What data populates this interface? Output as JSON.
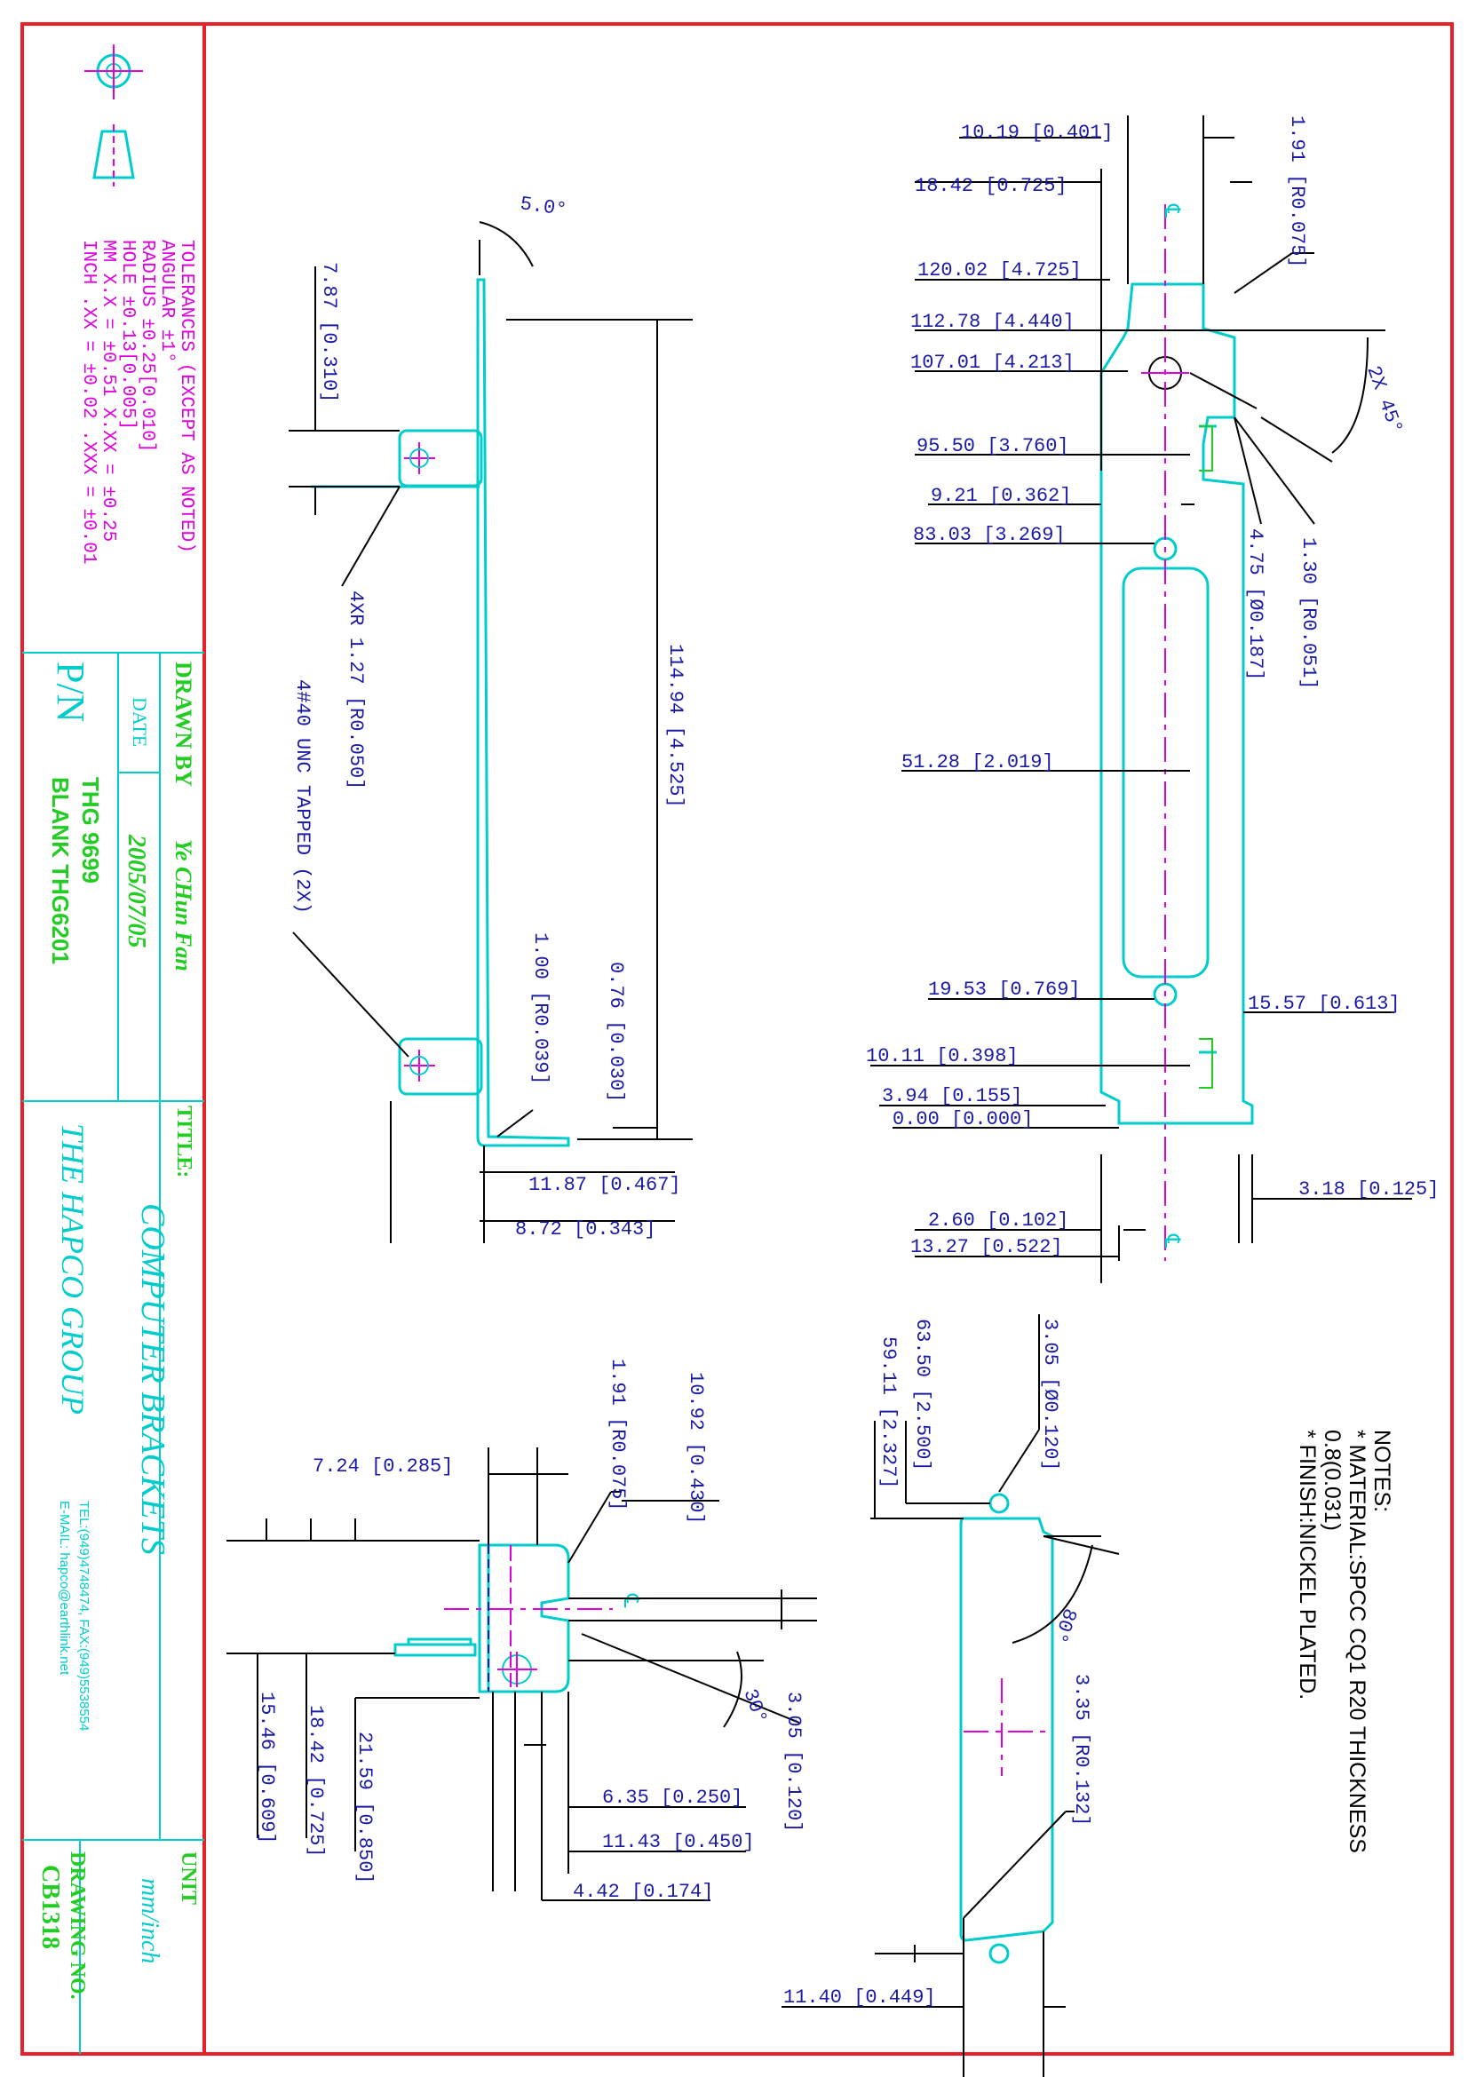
{
  "title_block": {
    "tolerances": [
      "TOLERANCES (EXCEPT AS NOTED)",
      "ANGULAR ±1°",
      "RADIUS ±0.25[0.010]",
      "HOLE ±0.13[0.005]",
      "MM X.X = ±0.51 X.XX = ±0.25",
      "INCH .XX = ±0.02 .XXX = ±0.01"
    ],
    "drawn_by_label": "DRAWN BY",
    "drawn_by_value": "Ye CHun Fan",
    "date_label": "DATE",
    "date_value": "2005/07/05",
    "pn_label": "P/N",
    "pn_value_1": "THG 9699",
    "pn_value_2": "BLANK THG6201",
    "title_label": "TITLE:",
    "title_value": "COMPUTER BRACKETS",
    "company": "THE HAPCO GROUP",
    "contact_1": "TEL:(949)4748474, FAX:(949)5538554",
    "contact_2": "E-MAIL: hapco@earthlink.net",
    "unit_label": "UNIT",
    "unit_value": "mm/inch",
    "drawing_no_label": "DRAWING NO.",
    "drawing_no_value": "CB1318"
  },
  "side_view": {
    "angle": "5.0°",
    "d1": "7.87 [0.310]",
    "d2": "4XR 1.27 [R0.050]",
    "d3": "4#40 UNC TAPPED (2X)",
    "d4": "114.94 [4.525]",
    "d5": "1.00 [R0.039]",
    "d6": "0.76 [0.030]",
    "d7": "11.87 [0.467]",
    "d8": "8.72 [0.343]"
  },
  "front_view": {
    "d1": "10.19 [0.401]",
    "d2": "1.91 [R0.075]",
    "d3": "18.42 [0.725]",
    "d4": "120.02 [4.725]",
    "d5": "112.78 [4.440]",
    "d6": "107.01 [4.213]",
    "angle": "2X 45°",
    "d7": "95.50 [3.760]",
    "d8": "9.21 [0.362]",
    "d9": "83.03 [3.269]",
    "d10": "4.75 [Ø0.187]",
    "d11": "1.30 [R0.051]",
    "d12": "51.28 [2.019]",
    "d13": "19.53 [0.769]",
    "d14": "15.57 [0.613]",
    "d15": "10.11 [0.398]",
    "d16": "3.94 [0.155]",
    "d17": "0.00 [0.000]",
    "d18": "3.18 [0.125]",
    "d19": "2.60 [0.102]",
    "d20": "13.27 [0.522]"
  },
  "top_view": {
    "d1": "7.24 [0.285]",
    "d2": "1.91 [R0.075]",
    "d3": "10.92 [0.430]",
    "angle": "30°",
    "d4": "3.05 [0.120]",
    "d5": "15.46 [0.609]",
    "d6": "18.42 [0.725]",
    "d7": "21.59 [0.850]",
    "d8": "6.35 [0.250]",
    "d9": "11.43 [0.450]",
    "d10": "4.42 [0.174]"
  },
  "flat_view": {
    "d1": "63.50 [2.500]",
    "d2": "59.11 [2.327]",
    "d3": "3.05 [Ø0.120]",
    "angle": "80°",
    "d4": "3.35 [R0.132]",
    "d5": "11.40 [0.449]"
  },
  "notes": {
    "heading": "NOTES:",
    "line1": "* MATERIAL:SPCC CQ1 R20 THICKNESS",
    "line2": "0.8(0.031)",
    "line3": "* FINISH:NICKEL PLATED."
  },
  "centerline_symbol": "℄",
  "colors": {
    "border": "#e8202a",
    "part": "#00cccc",
    "dimension": "#1a1aa6",
    "centerline": "#e000e0",
    "leader": "#000000",
    "title_green": "#22cc22"
  }
}
